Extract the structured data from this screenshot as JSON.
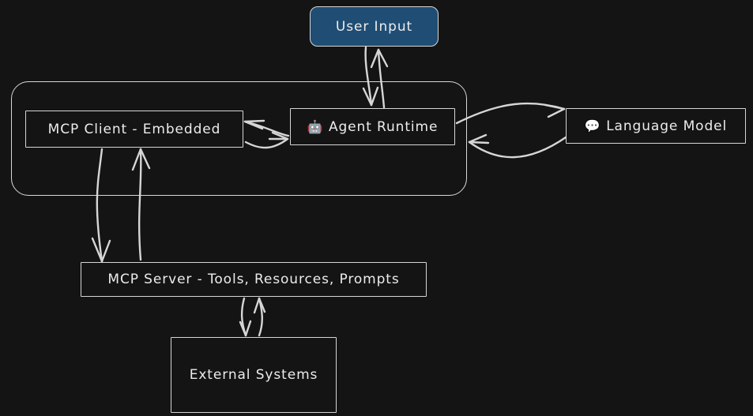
{
  "diagram": {
    "title": "MCP Architecture Diagram",
    "background_color": "#141414",
    "stroke_color": "#d6d6d6",
    "text_color": "#ececec",
    "accent_color": "#1f4d74",
    "nodes": [
      {
        "id": "user-input",
        "label": "User Input",
        "shape": "rounded-rectangle",
        "fill": "#1f4d74",
        "emoji": ""
      },
      {
        "id": "agent-group",
        "label": "",
        "shape": "rounded-container",
        "fill": "transparent",
        "emoji": ""
      },
      {
        "id": "mcp-client",
        "label": "MCP Client - Embedded",
        "shape": "rectangle",
        "fill": "#141414",
        "emoji": ""
      },
      {
        "id": "agent-runtime",
        "label": "Agent Runtime",
        "shape": "rectangle",
        "fill": "#141414",
        "emoji": "🤖",
        "emoji_name": "robot-icon"
      },
      {
        "id": "language-model",
        "label": "Language Model",
        "shape": "rectangle",
        "fill": "#141414",
        "emoji": "💬",
        "emoji_name": "speech-balloon-icon"
      },
      {
        "id": "mcp-server",
        "label": "MCP Server - Tools, Resources, Prompts",
        "shape": "rectangle",
        "fill": "#141414",
        "emoji": ""
      },
      {
        "id": "external-systems",
        "label": "External Systems",
        "shape": "rectangle",
        "fill": "#141414",
        "emoji": ""
      }
    ],
    "edges": [
      {
        "id": "user-to-agent",
        "from": "user-input",
        "to": "agent-runtime",
        "direction": "down",
        "label": ""
      },
      {
        "id": "agent-to-user",
        "from": "agent-runtime",
        "to": "user-input",
        "direction": "up",
        "label": ""
      },
      {
        "id": "agent-to-client",
        "from": "agent-runtime",
        "to": "mcp-client",
        "direction": "left",
        "label": ""
      },
      {
        "id": "client-to-agent",
        "from": "mcp-client",
        "to": "agent-runtime",
        "direction": "right",
        "label": ""
      },
      {
        "id": "agent-to-llm",
        "from": "agent-runtime",
        "to": "language-model",
        "direction": "right",
        "label": ""
      },
      {
        "id": "llm-to-agent",
        "from": "language-model",
        "to": "agent-runtime",
        "direction": "left",
        "label": ""
      },
      {
        "id": "client-to-server",
        "from": "mcp-client",
        "to": "mcp-server",
        "direction": "down",
        "label": ""
      },
      {
        "id": "server-to-client",
        "from": "mcp-server",
        "to": "mcp-client",
        "direction": "up",
        "label": ""
      },
      {
        "id": "server-to-ext",
        "from": "mcp-server",
        "to": "external-systems",
        "direction": "down",
        "label": ""
      },
      {
        "id": "ext-to-server",
        "from": "external-systems",
        "to": "mcp-server",
        "direction": "up",
        "label": ""
      }
    ]
  }
}
